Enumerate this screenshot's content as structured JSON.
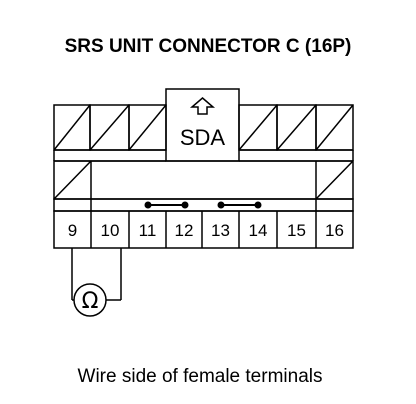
{
  "title": "SRS UNIT CONNECTOR C (16P)",
  "caption": "Wire side of female terminals",
  "connector": {
    "lock_label": "SDA",
    "pins": [
      "9",
      "10",
      "11",
      "12",
      "13",
      "14",
      "15",
      "16"
    ],
    "jumpers": [
      [
        "11",
        "12"
      ],
      [
        "13",
        "14"
      ]
    ],
    "meter": {
      "symbol": "Ω",
      "between": [
        "9",
        "10"
      ]
    }
  },
  "colors": {
    "line": "#000000",
    "background": "#ffffff"
  }
}
